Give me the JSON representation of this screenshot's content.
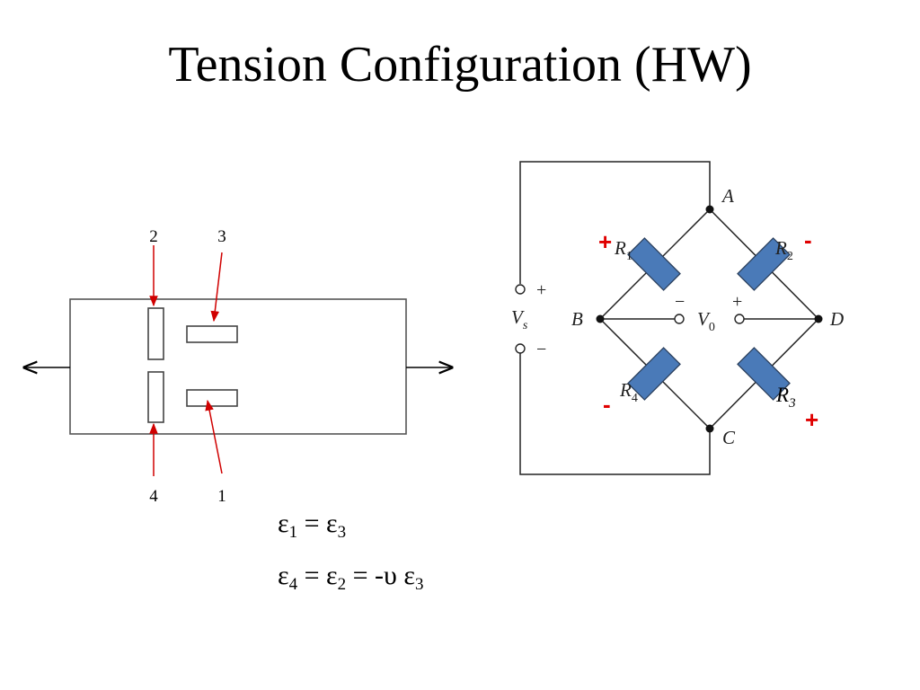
{
  "title": "Tension Configuration (HW)",
  "colors": {
    "arrow": "#d00000",
    "resistor": "#4a7ab8",
    "sign": "#e00000"
  },
  "specimen": {
    "gauge_labels": {
      "g1": "1",
      "g2": "2",
      "g3": "3",
      "g4": "4"
    }
  },
  "bridge": {
    "nodes": {
      "A": "A",
      "B": "B",
      "C": "C",
      "D": "D"
    },
    "resistors": {
      "R1": {
        "letter": "R",
        "sub": "1"
      },
      "R2": {
        "letter": "R",
        "sub": "2"
      },
      "R3": {
        "letter": "R",
        "sub": "3"
      },
      "R4": {
        "letter": "R",
        "sub": "4"
      }
    },
    "source": {
      "letter": "V",
      "sub": "s",
      "plus": "+",
      "minus": "−"
    },
    "output": {
      "letter": "V",
      "sub": "0",
      "plus": "+",
      "minus": "−"
    },
    "signs": {
      "R1": "+",
      "R2": "-",
      "R3": "+",
      "R4": "-"
    }
  },
  "equations": {
    "eq1": {
      "a": "ε",
      "a_sub": "1",
      "eq": " = ",
      "b": "ε",
      "b_sub": "3"
    },
    "eq2": {
      "a": "ε",
      "a_sub": "4",
      "eq": " = ",
      "b": "ε",
      "b_sub": "2",
      "eq2": " = -υ ",
      "c": "ε",
      "c_sub": "3"
    }
  }
}
